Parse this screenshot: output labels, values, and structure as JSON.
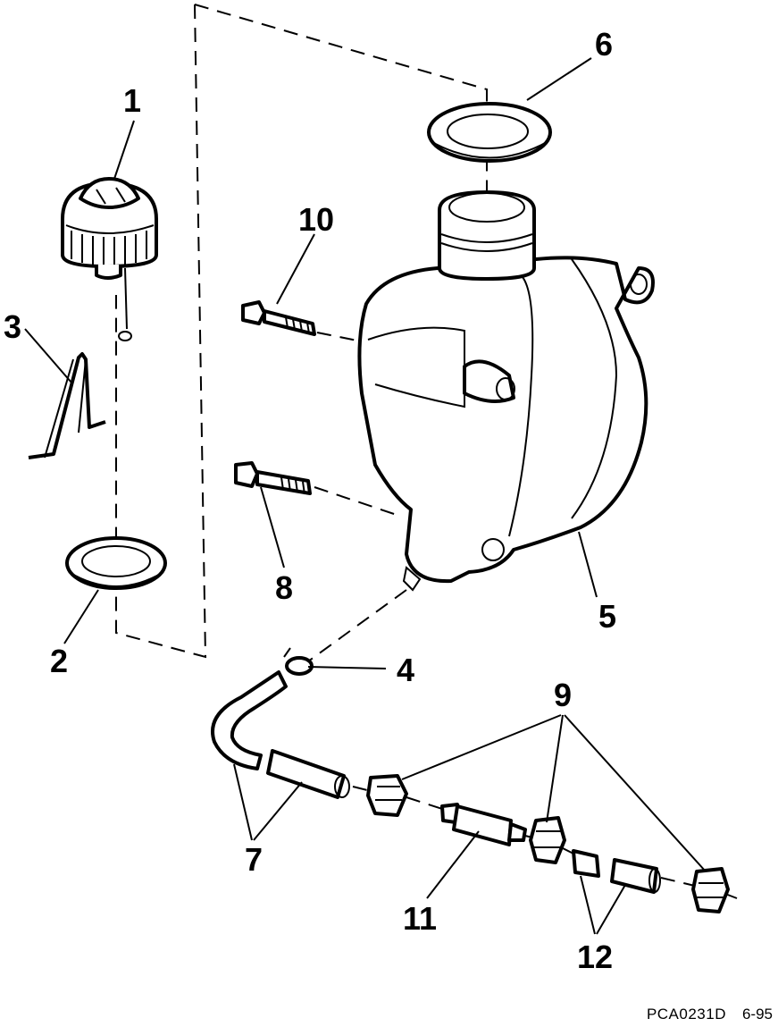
{
  "diagram": {
    "callouts": {
      "c1": "1",
      "c2": "2",
      "c3": "3",
      "c4": "4",
      "c5": "5",
      "c6": "6",
      "c7": "7",
      "c8": "8",
      "c9": "9",
      "c10": "10",
      "c11": "11",
      "c12": "12"
    }
  },
  "footer": {
    "code": "PCA0231D",
    "date": "6-95"
  }
}
